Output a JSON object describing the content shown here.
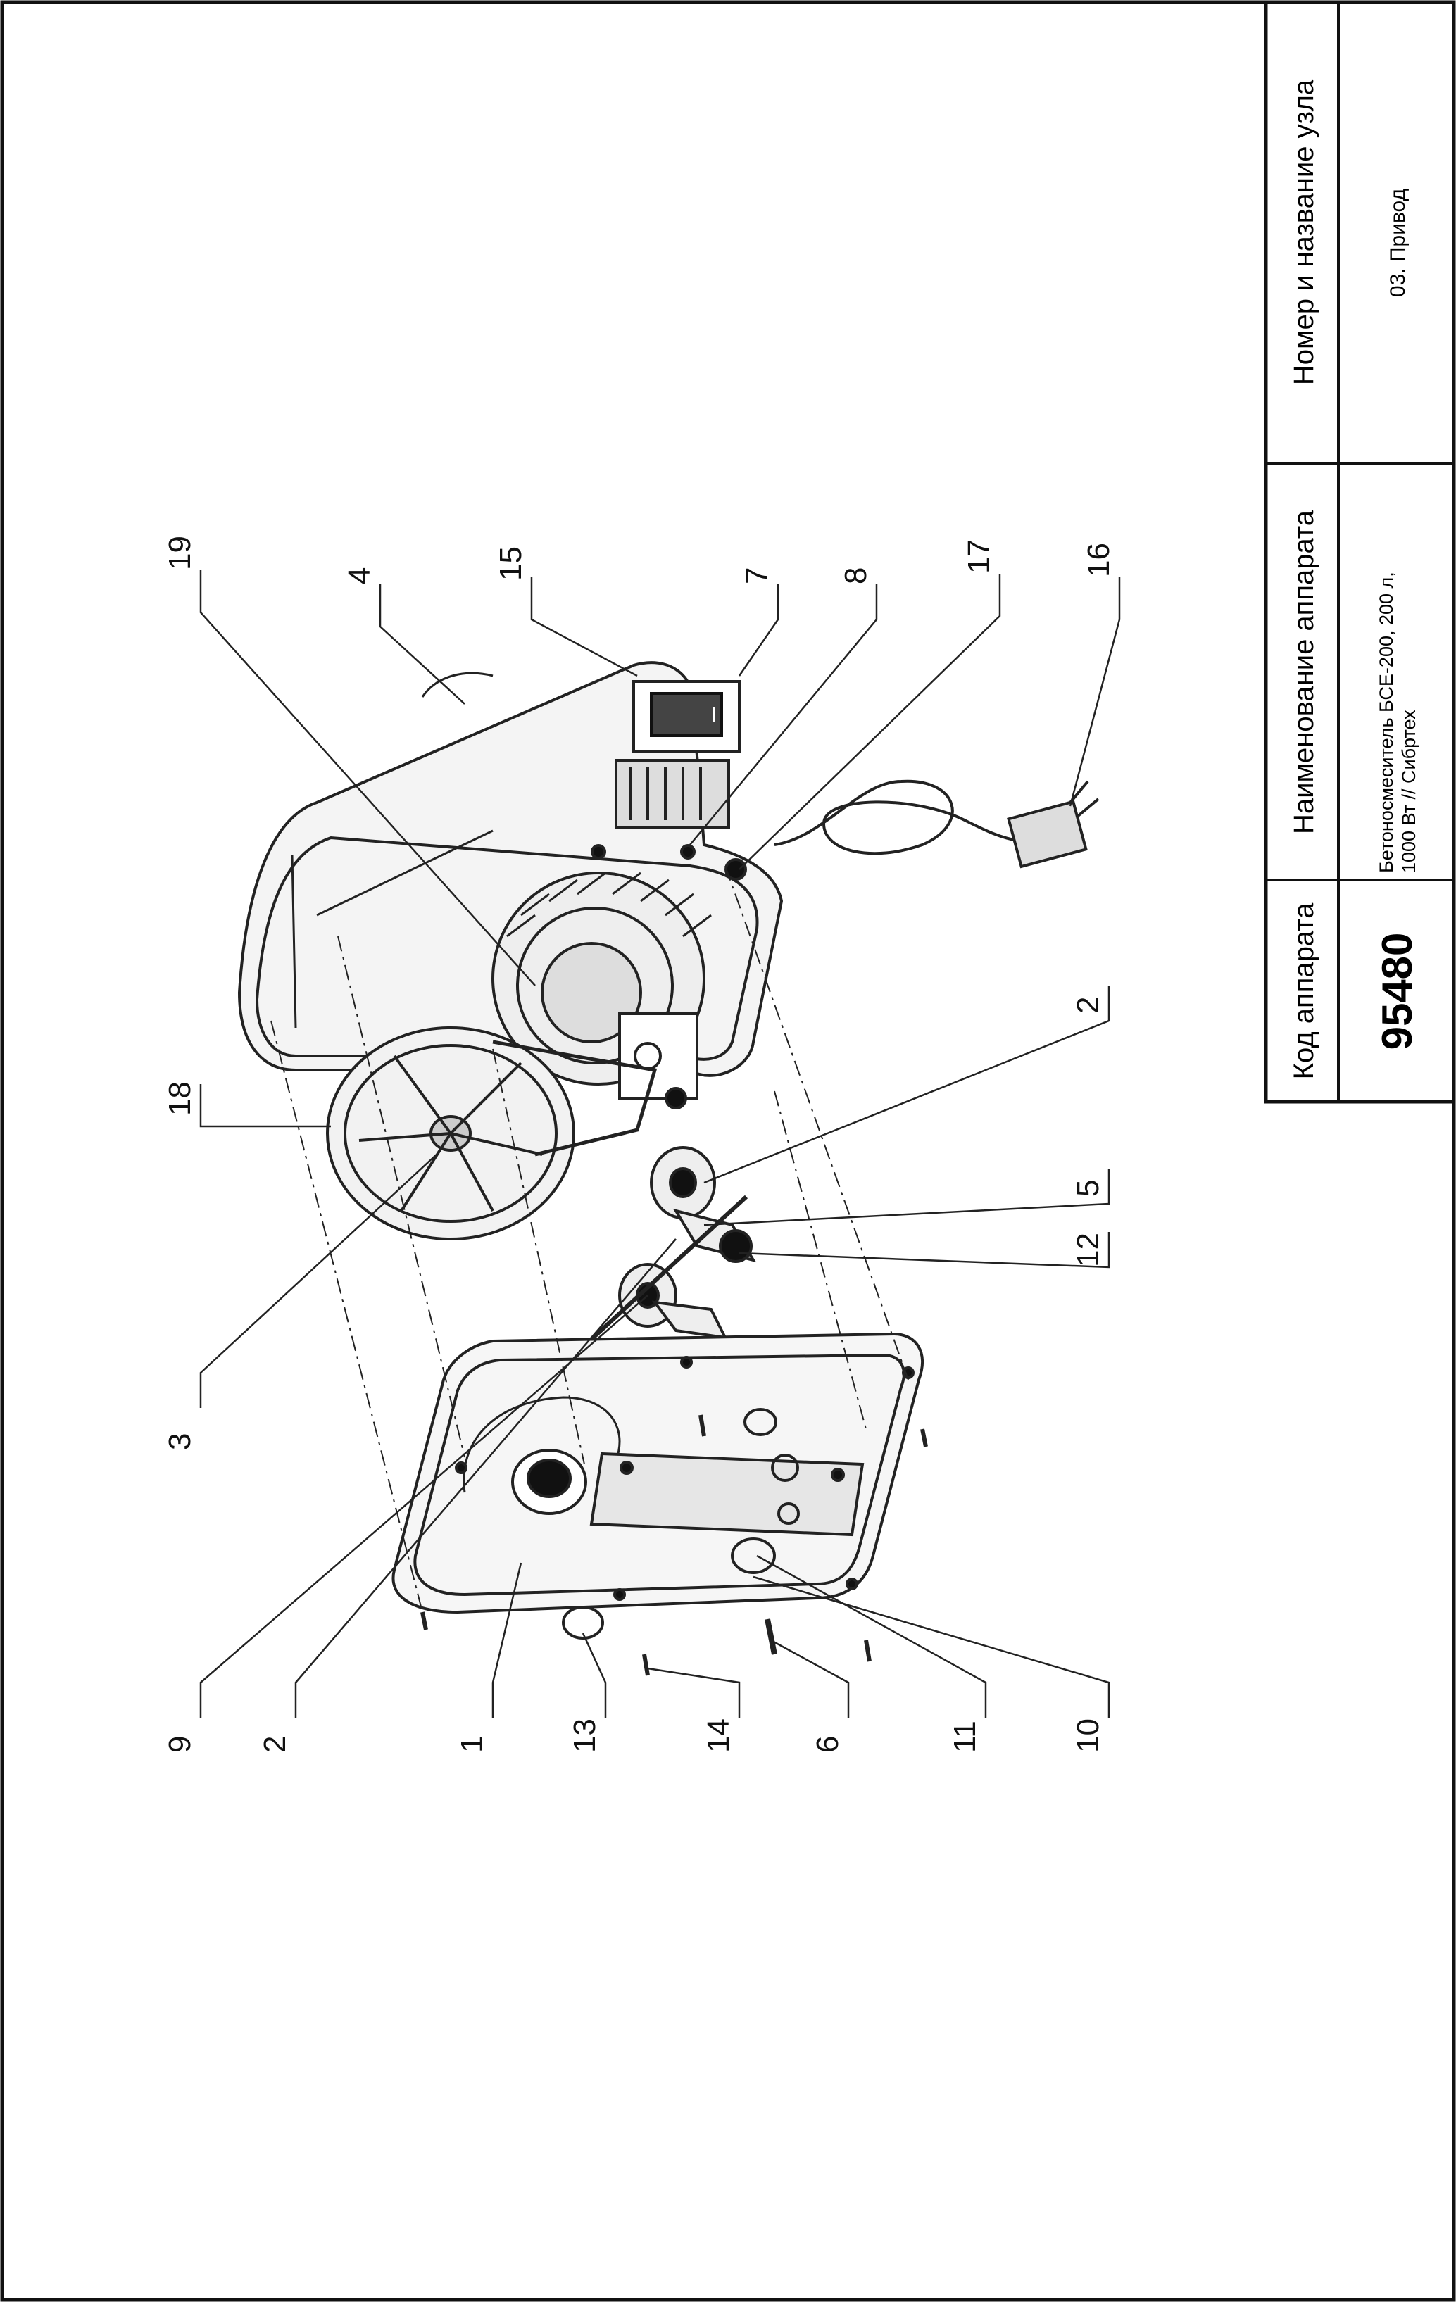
{
  "title_block": {
    "code_header": "Код аппарата",
    "code_value": "95480",
    "name_header": "Наименование аппарата",
    "name_line1": "Бетоносмеситель БСЕ-200, 200 л,",
    "name_line2": "1000 Вт // Сибртех",
    "unit_header": "Номер и название узла",
    "unit_value": "03. Привод"
  },
  "drawing": {
    "callouts": {
      "c19": "19",
      "c4": "4",
      "c15": "15",
      "c7": "7",
      "c8": "8",
      "c17": "17",
      "c16": "16",
      "c18": "18",
      "c2a": "2",
      "c5": "5",
      "c12": "12",
      "c3": "3",
      "c9": "9",
      "c2b": "2",
      "c1": "1",
      "c13": "13",
      "c14": "14",
      "c6": "6",
      "c11": "11",
      "c10": "10"
    },
    "switch_label": "I"
  }
}
